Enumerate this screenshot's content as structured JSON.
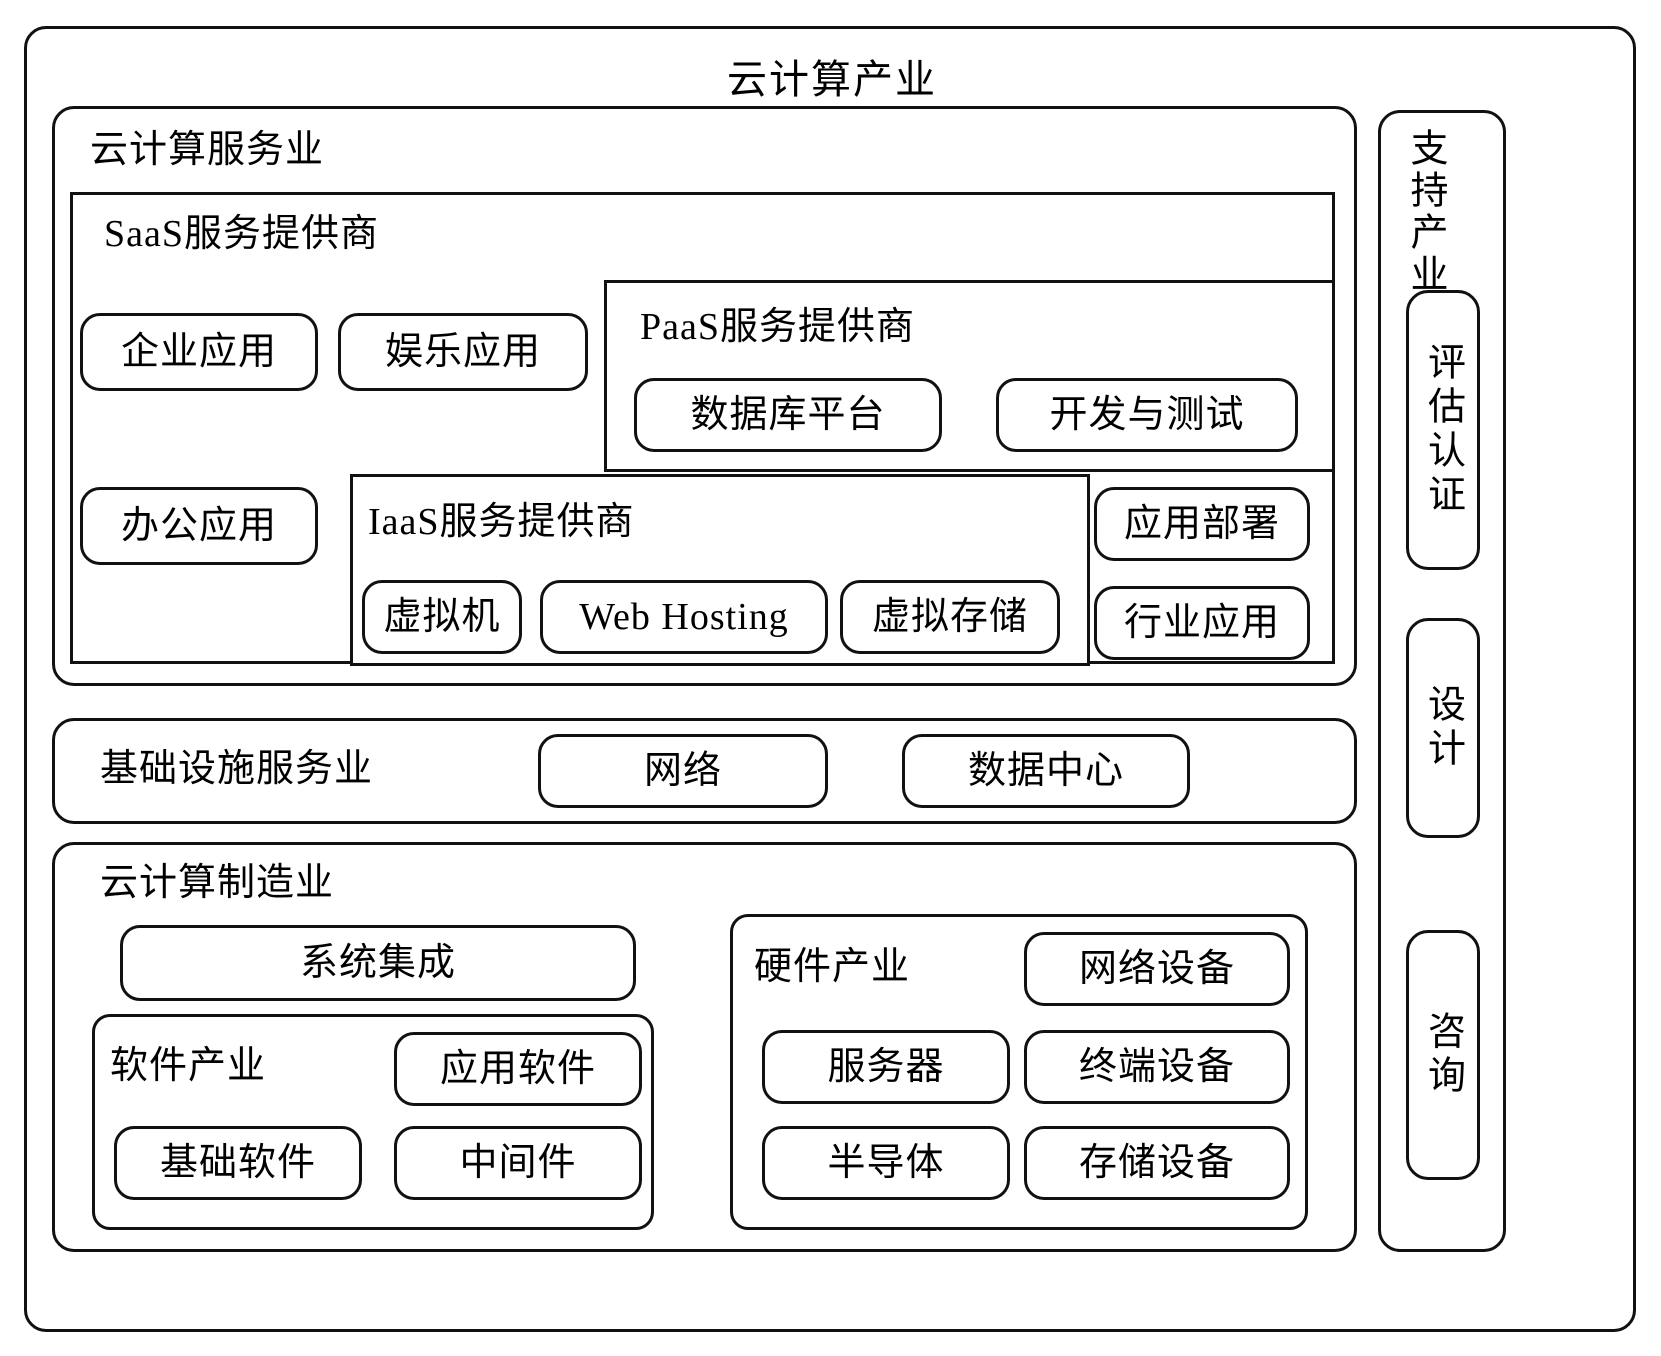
{
  "diagram": {
    "title": "云计算产业",
    "service_industry": {
      "title": "云计算服务业",
      "saas": {
        "title": "SaaS服务提供商",
        "items": [
          "企业应用",
          "娱乐应用",
          "办公应用"
        ]
      },
      "paas": {
        "title": "PaaS服务提供商",
        "items": [
          "数据库平台",
          "开发与测试"
        ]
      },
      "iaas": {
        "title": "IaaS服务提供商",
        "items": [
          "虚拟机",
          "Web Hosting",
          "虚拟存储"
        ]
      },
      "right_items": [
        "应用部署",
        "行业应用"
      ]
    },
    "infrastructure_industry": {
      "title": "基础设施服务业",
      "items": [
        "网络",
        "数据中心"
      ]
    },
    "manufacturing_industry": {
      "title": "云计算制造业",
      "system_integration": "系统集成",
      "software": {
        "title": "软件产业",
        "items": [
          "应用软件",
          "基础软件",
          "中间件"
        ]
      },
      "hardware": {
        "title": "硬件产业",
        "items": [
          "网络设备",
          "服务器",
          "终端设备",
          "半导体",
          "存储设备"
        ]
      }
    },
    "support_industry": {
      "title": "支持产业",
      "items": [
        "评估认证",
        "设计",
        "咨询"
      ]
    },
    "colors": {
      "stroke": "#111111",
      "background": "#ffffff",
      "text": "#000000"
    }
  }
}
